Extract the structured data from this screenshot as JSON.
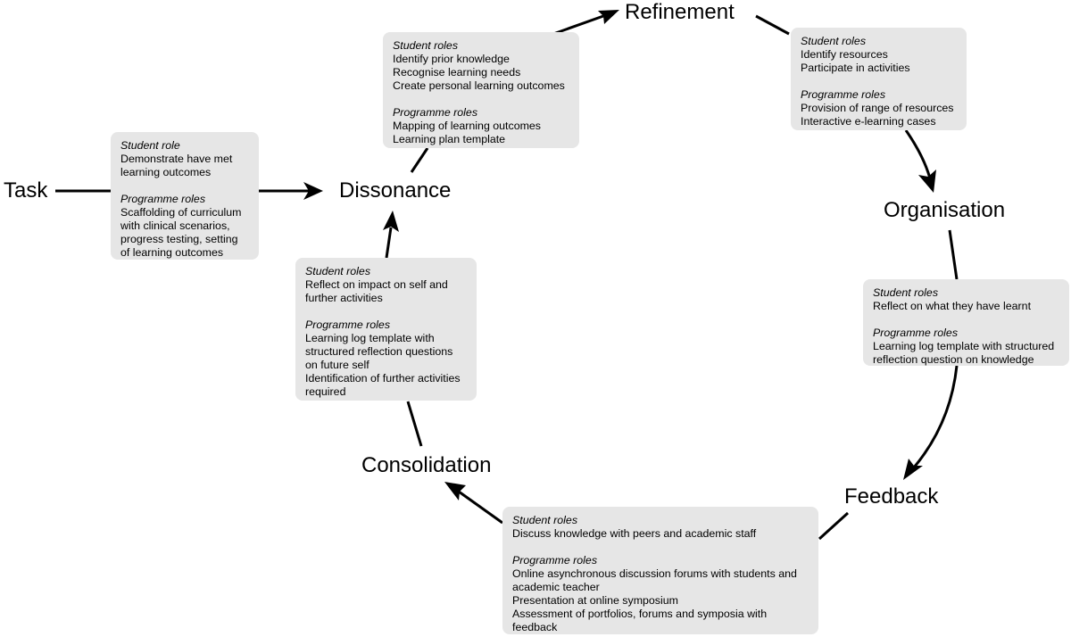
{
  "stages": {
    "task": "Task",
    "dissonance": "Dissonance",
    "refinement": "Refinement",
    "organisation": "Organisation",
    "feedback": "Feedback",
    "consolidation": "Consolidation"
  },
  "boxes": {
    "task": {
      "student_heading": "Student role",
      "student_lines": [
        "Demonstrate have met",
        "learning outcomes"
      ],
      "programme_heading": "Programme roles",
      "programme_lines": [
        "Scaffolding of curriculum",
        "with clinical scenarios,",
        "progress testing, setting",
        "of learning outcomes"
      ]
    },
    "dissonance": {
      "student_heading": "Student roles",
      "student_lines": [
        "Identify prior knowledge",
        "Recognise learning needs",
        "Create personal learning outcomes"
      ],
      "programme_heading": "Programme roles",
      "programme_lines": [
        "Mapping of learning outcomes",
        "Learning plan template"
      ]
    },
    "refinement": {
      "student_heading": "Student roles",
      "student_lines": [
        "Identify resources",
        "Participate in activities"
      ],
      "programme_heading": "Programme roles",
      "programme_lines": [
        "Provision of range of resources",
        "Interactive e-learning cases"
      ]
    },
    "organisation": {
      "student_heading": "Student roles",
      "student_lines": [
        "Reflect on what they have learnt"
      ],
      "programme_heading": "Programme roles",
      "programme_lines": [
        "Learning log template with structured",
        "reflection question on knowledge"
      ]
    },
    "feedback": {
      "student_heading": "Student roles",
      "student_lines": [
        "Discuss knowledge with peers and academic staff"
      ],
      "programme_heading": "Programme roles",
      "programme_lines": [
        "Online asynchronous discussion forums with students and",
        "academic teacher",
        "Presentation at online symposium",
        "Assessment of portfolios, forums and symposia with",
        "feedback"
      ]
    },
    "consolidation": {
      "student_heading": "Student roles",
      "student_lines": [
        "Reflect on impact on self and",
        "further activities"
      ],
      "programme_heading": "Programme roles",
      "programme_lines": [
        "Learning log template with",
        "structured reflection questions",
        "on future self",
        "Identification of further activities",
        "required"
      ]
    }
  }
}
